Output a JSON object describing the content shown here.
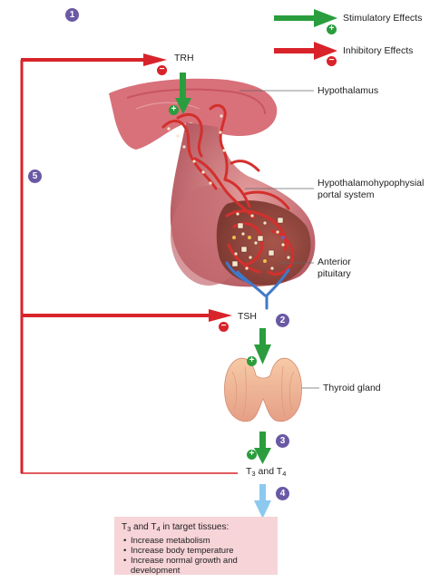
{
  "legend": {
    "stimulatory": "Stimulatory Effects",
    "inhibitory": "Inhibitory Effects"
  },
  "labels": {
    "trh": "TRH",
    "tsh": "TSH",
    "hypothalamus": "Hypothalamus",
    "portal_line1": "Hypothalamohypophysial",
    "portal_line2": "portal system",
    "anterior_line1": "Anterior",
    "anterior_line2": "pituitary",
    "thyroid": "Thyroid gland",
    "t_t": "T",
    "t3_sub": "3",
    "and": " and ",
    "t4_sub": "4"
  },
  "steps": {
    "s1": "1",
    "s2": "2",
    "s3": "3",
    "s4": "4",
    "s5": "5"
  },
  "signs": {
    "plus": "+",
    "minus": "−"
  },
  "effects_box": {
    "head_pre": "T",
    "head_sub3": "3",
    "head_and": " and T",
    "head_sub4": "4",
    "head_post": " in target tissues:",
    "items": [
      "Increase metabolism",
      "Increase body temperature",
      "Increase normal growth and development"
    ]
  },
  "colors": {
    "stimulatory": "#2a9d3e",
    "inhibitory": "#d8232a",
    "step_badge": "#6a59a4",
    "hypothalamus": "#d8717a",
    "vessel": "#d3302d",
    "thyroid": "#f1b99a",
    "box": "#f6d4d8",
    "final_arrow": "#8cc9ef"
  }
}
